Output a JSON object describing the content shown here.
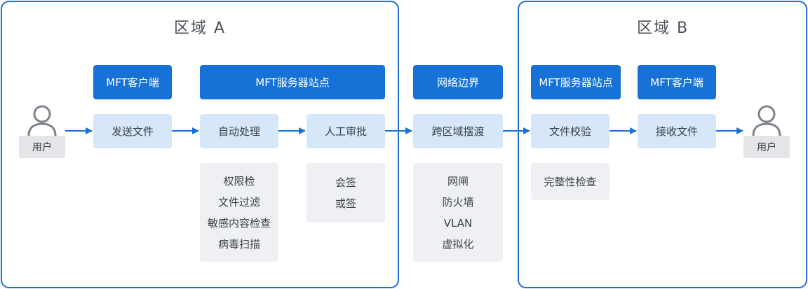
{
  "zone_a": {
    "title": "区域 A"
  },
  "zone_b": {
    "title": "区域 B"
  },
  "headers": {
    "client_a": "MFT客户端",
    "server_a": "MFT服务器站点",
    "boundary": "网络边界",
    "server_b": "MFT服务器站点",
    "client_b": "MFT客户端"
  },
  "steps": {
    "send": "发送文件",
    "auto": "自动处理",
    "manual": "人工审批",
    "cross": "跨区域摆渡",
    "verify": "文件校验",
    "receive": "接收文件"
  },
  "notes": {
    "auto": [
      "权限检",
      "文件过滤",
      "敏感内容检查",
      "病毒扫描"
    ],
    "manual": [
      "会签",
      "或签"
    ],
    "cross": [
      "网闸",
      "防火墙",
      "VLAN",
      "虚拟化"
    ],
    "verify": [
      "完整性检查"
    ]
  },
  "users": {
    "left": "用户",
    "right": "用户"
  },
  "colors": {
    "accent": "#1672d6",
    "step_fill": "#d6e7fa",
    "note_fill": "#eef0f3",
    "border": "#1f6fd1"
  },
  "icons": {
    "user": "user-icon"
  }
}
